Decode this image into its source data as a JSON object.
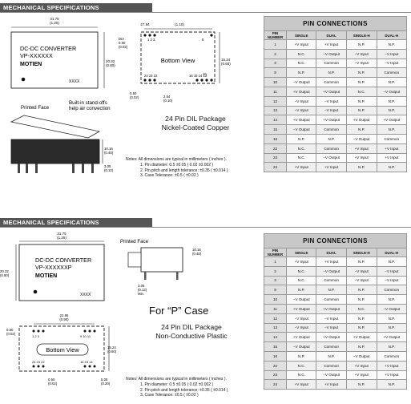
{
  "sections": [
    {
      "header": "MECHANICAL SPECIFICATIONS",
      "module": {
        "line1": "DC-DC CONVERTER",
        "line2": "VP-XXXXXX",
        "brand": "MOTIEN",
        "code": "XXXX"
      },
      "dims": {
        "width": "31.75",
        "width_in": "(1.25)",
        "height": "20.32",
        "height_in": "(0.80)",
        "pin_span": "27.94",
        "pin_span_in": "(1.10)",
        "body_h": "15.24",
        "body_h_in": "(0.60)",
        "dia": "DIA",
        "dia_val": "0.50",
        "dia_in": "(0.02)",
        "off": "0.50",
        "off_in": "(0.02)",
        "pitch": "2.54",
        "pitch_in": "(0.10)",
        "side_h": "10.16",
        "side_h_in": "(0.40)",
        "pin_len": "3.05",
        "pin_len_in": "(0.12)"
      },
      "bottom_view": "Bottom View",
      "pin_labels_top": "1  2  3",
      "pin_labels_mid": "8",
      "pin_labels_right": "10",
      "pin_labels_bottom": "24  23 22",
      "pin_labels_bottom_r": "16 15 14 13",
      "printed_face": "Printed Face",
      "standoffs": "Built-in stand-offs",
      "standoffs2": "help air convection",
      "caption": [
        "24 Pin DIL Package",
        "Nickel-Coated Copper"
      ],
      "notes": [
        "Notes: All dimensions are typical in millimeters ( inches ).",
        "1. Pin diameter: 0.5 ±0.05 ( 0.02 ±0.002 )",
        "2. Pin pitch and length tolerance: ±0.35 ( ±0.014 )",
        "3. Case Tolerance: ±0.5 ( ±0.02 )"
      ]
    },
    {
      "header": "MECHANICAL SPECIFICATIONS",
      "module": {
        "line1": "DC-DC CONVERTER",
        "line2": "VP-XXXXXXP",
        "brand": "MOTIEN",
        "code": "XXXX"
      },
      "dims": {
        "width": "31.75",
        "width_in": "(1.25)",
        "height": "20.32",
        "height_in": "(0.80)",
        "pin_span": "22.86",
        "pin_span_in": "(0.90)",
        "body_h": "15.24",
        "body_h_in": "(0.60)",
        "off": "0.50",
        "off_in": "(0.02)",
        "foot": "0.50",
        "foot_in": "(0.02)",
        "foot2": "5.08",
        "foot2_in": "(0.20)",
        "side_h": "10.16",
        "side_h_in": "(0.40)",
        "pin_len": "3.05",
        "pin_len_in": "(0.12)",
        "min": "Min."
      },
      "bottom_view": "Bottom View",
      "pin_labels_top": "1  2  3",
      "pin_labels_mid": "9 10 11",
      "pin_labels_bottom": "24 23 22",
      "pin_labels_bottom_r": "16 15 14",
      "printed_face": "Printed Face",
      "big": "For “P” Case",
      "caption": [
        "24 Pin DIL Package",
        "Non-Conductive Plastic"
      ],
      "notes": [
        "Notes: All dimensions are typical in millimeters ( inches ).",
        "1. Pin diameter: 0.5 ±0.05 ( 0.02 ±0.002 )",
        "2. Pin pitch and length tolerance: ±0.35 ( ±0.014 )",
        "3. Case Tolerance: ±0.5 ( ±0.02 )"
      ]
    }
  ],
  "pin_table": {
    "title": "PIN CONNECTIONS",
    "headers": [
      "PIN NUMBER",
      "SINGLE",
      "DUAL",
      "SINGLE-H",
      "DUAL-H"
    ],
    "rows": [
      [
        "1",
        "+V Input",
        "+V Input",
        "N.P.",
        "N.P."
      ],
      [
        "2",
        "N.C.",
        "−V Output",
        "−V Input",
        "−V Input"
      ],
      [
        "3",
        "N.C.",
        "Common",
        "−V Input",
        "−V Input"
      ],
      [
        "9",
        "N.P.",
        "N.P.",
        "N.P.",
        "Common"
      ],
      [
        "10",
        "−V Output",
        "Common",
        "N.P.",
        "N.P."
      ],
      [
        "11",
        "+V Output",
        "+V Output",
        "N.C.",
        "−V Output"
      ],
      [
        "12",
        "−V Input",
        "−V Input",
        "N.P.",
        "N.P."
      ],
      [
        "13",
        "−V Input",
        "−V Input",
        "N.P.",
        "N.P."
      ],
      [
        "14",
        "+V Output",
        "+V Output",
        "+V Output",
        "+V Output"
      ],
      [
        "15",
        "−V Output",
        "Common",
        "N.P.",
        "N.P."
      ],
      [
        "16",
        "N.P.",
        "N.P.",
        "−V Output",
        "Common"
      ],
      [
        "22",
        "N.C.",
        "Common",
        "+V Input",
        "+V Input"
      ],
      [
        "23",
        "N.C.",
        "−V Output",
        "+V Input",
        "+V Input"
      ],
      [
        "24",
        "+V Input",
        "+V Input",
        "N.P.",
        "N.P."
      ]
    ]
  }
}
